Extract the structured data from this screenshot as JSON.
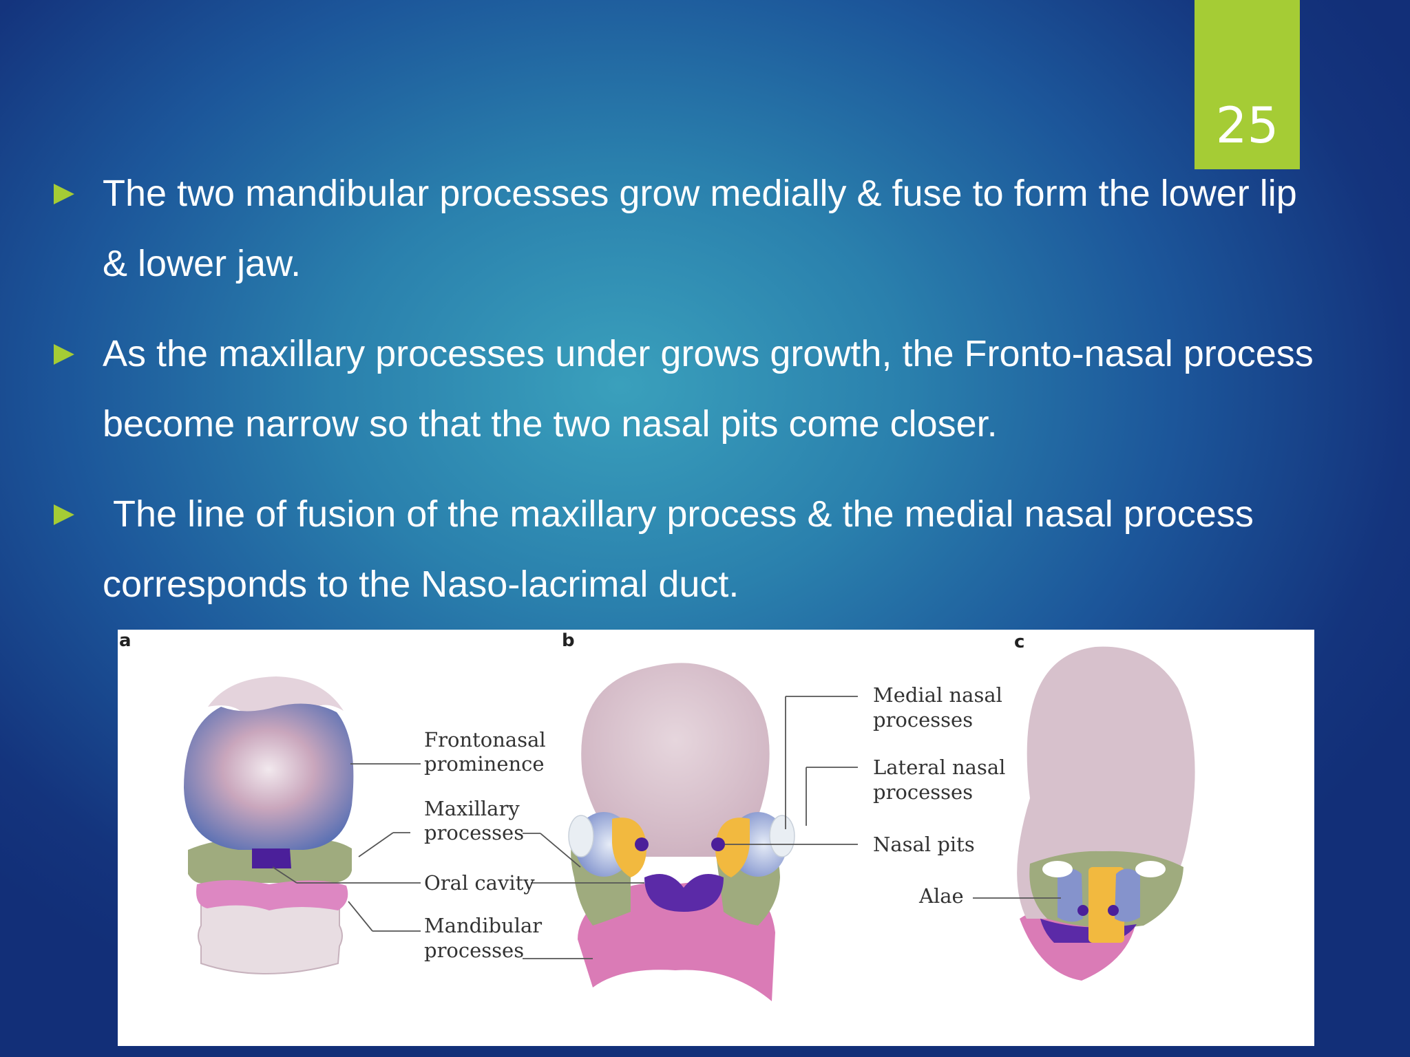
{
  "slide": {
    "page_number": "25",
    "bullets": [
      "The two mandibular processes grow medially & fuse to form the lower lip & lower jaw.",
      "As the maxillary processes under grows growth, the Fronto-nasal process become narrow so that the two nasal pits come closer.",
      " The line of fusion of the maxillary process & the medial nasal process corresponds to the Naso-lacrimal duct."
    ],
    "accent_color": "#a5cc35"
  },
  "figure": {
    "panels": [
      "a",
      "b",
      "c"
    ],
    "labels": {
      "frontonasal_1": "Frontonasal",
      "frontonasal_2": "prominence",
      "maxillary_1": "Maxillary",
      "maxillary_2": "processes",
      "oral": "Oral cavity",
      "mandibular_1": "Mandibular",
      "mandibular_2": "processes",
      "medial_1": "Medial nasal",
      "medial_2": "processes",
      "lateral_1": "Lateral nasal",
      "lateral_2": "processes",
      "nasal_pits": "Nasal pits",
      "alae": "Alae"
    }
  }
}
